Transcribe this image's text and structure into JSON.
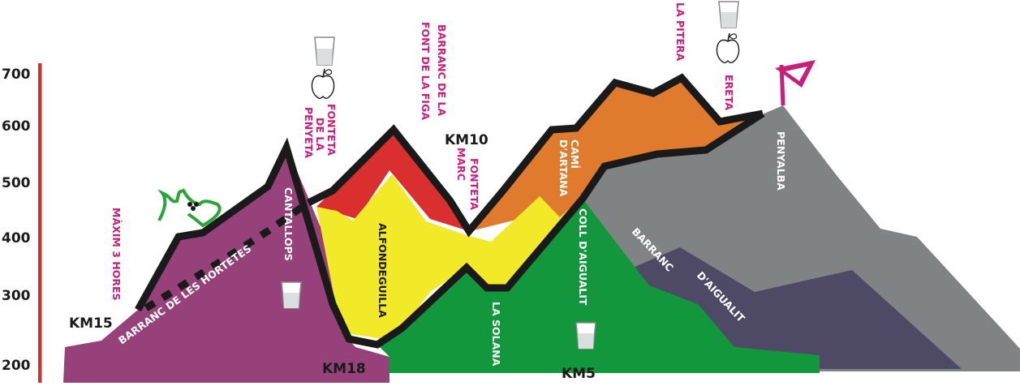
{
  "elevation_axis": {
    "ticks": [
      "700",
      "600",
      "500",
      "400",
      "300",
      "200"
    ],
    "axis_color": "#d0312d"
  },
  "km_markers": {
    "km15": "KM15",
    "km18": "KM18",
    "km10": "KM10",
    "km5": "KM5"
  },
  "pink_labels": {
    "maxim": "MÀXIM 3 HORES",
    "fonteta_penyeta": [
      "FONTETA",
      "DE LA",
      "PENYETA"
    ],
    "barranc_figa": [
      "BARRANC DE LA",
      "FONT DE LA FIGA"
    ],
    "fonteta_marc": [
      "FONTETA",
      "MARC"
    ],
    "la_pitera": "LA PITERA",
    "ereta": "ERETA"
  },
  "route_labels": {
    "barranc_hortetes": "BARRANC DE LES HORTETES",
    "cantallops": "CANTALLOPS",
    "alfondeguilla": "ALFONDEGUILLA",
    "la_solana": "LA SOLANA",
    "coll_aigualit": "COLL D'AIGUALIT",
    "cami_artana": [
      "CAMÍ",
      "D'ARTANA"
    ],
    "barranc": "BARRANC",
    "daiguait": "D'AIGUALIT",
    "penyalba": "PENYALBA"
  },
  "colors": {
    "purple": "#96417a",
    "yellow": "#f2e929",
    "red": "#d92f2f",
    "green": "#12973c",
    "orange": "#e07a2c",
    "gray": "#808383",
    "dark_slate": "#4e4a66",
    "outline": "#1a1a1a",
    "pink": "#c8207a",
    "vine_green": "#2aa53a"
  }
}
